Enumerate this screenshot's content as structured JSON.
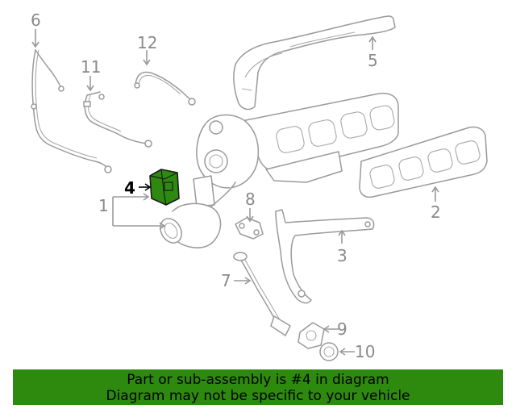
{
  "callouts": {
    "c1": "1",
    "c2": "2",
    "c3": "3",
    "c4": "4",
    "c5": "5",
    "c6": "6",
    "c7": "7",
    "c8": "8",
    "c9": "9",
    "c10": "10",
    "c11": "11",
    "c12": "12"
  },
  "highlighted_part": "4",
  "colors": {
    "highlight_fill": "#2e8a0e",
    "banner_bg": "#2e8a0e",
    "line_gray": "#9a9a9a"
  },
  "banner": {
    "line1": "Part or sub-assembly is #4 in diagram",
    "line2": "Diagram may not be specific to your vehicle"
  }
}
